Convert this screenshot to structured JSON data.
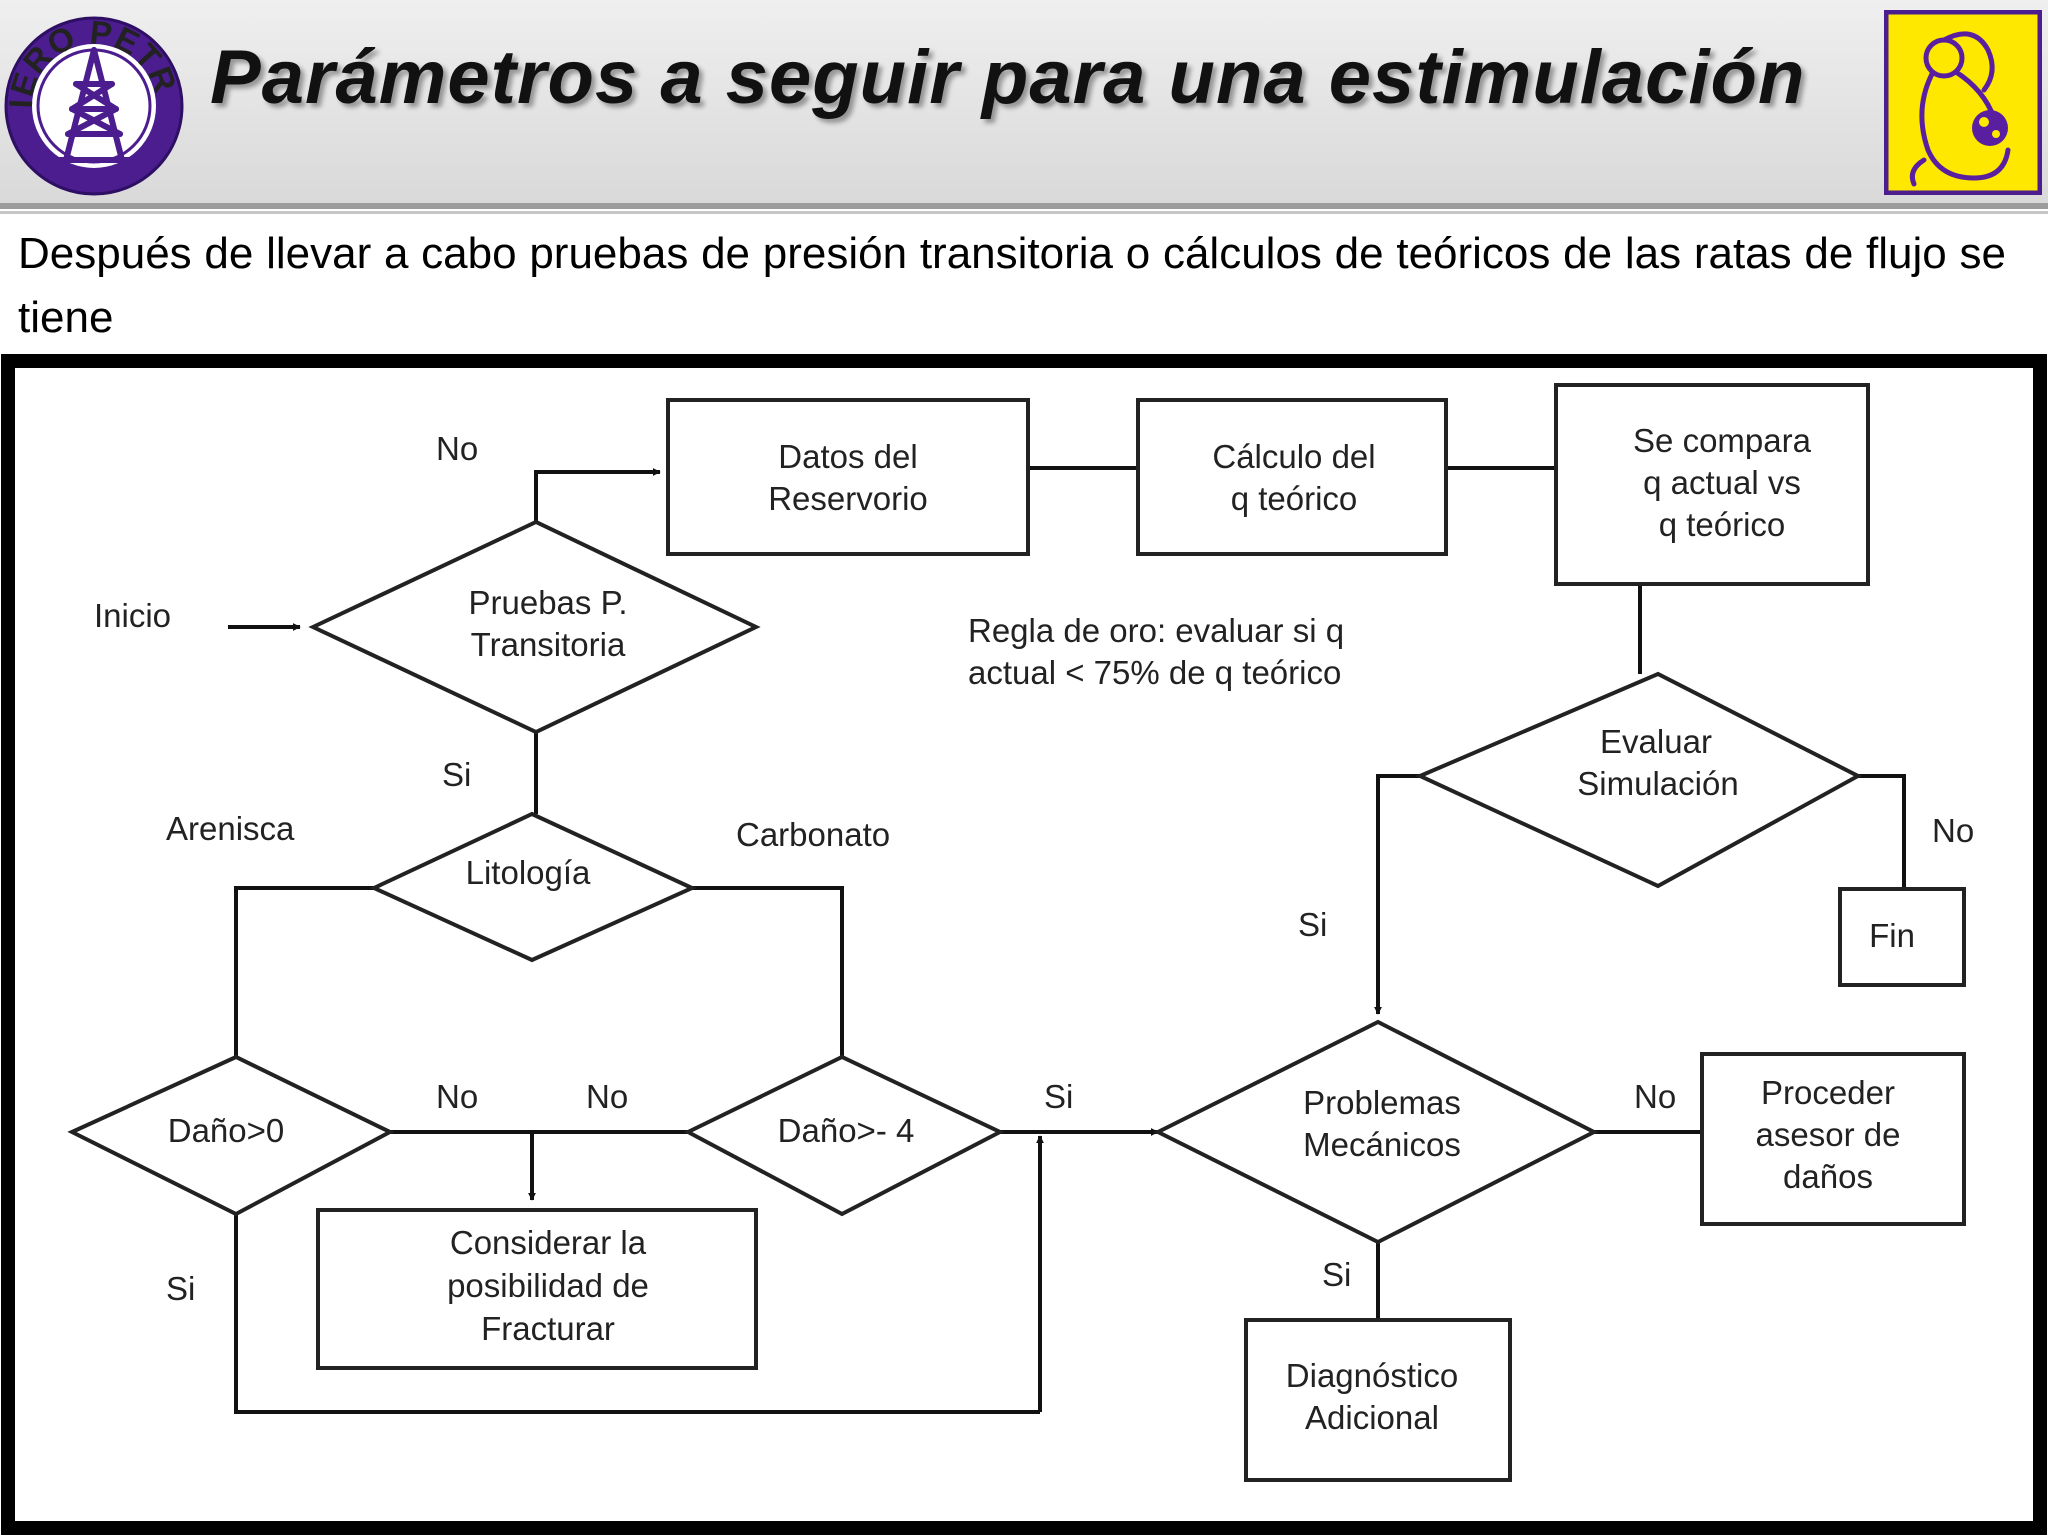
{
  "header": {
    "title": "Parámetros a seguir para una estimulación",
    "logo_left_text": "INGENIERO PETROLERO"
  },
  "intro": {
    "text": "Después de llevar a cabo pruebas de presión transitoria o cálculos de teóricos de las ratas de flujo se tiene"
  },
  "flowchart": {
    "nodes": {
      "datos_reservorio": [
        "Datos del",
        "Reservorio"
      ],
      "calculo_q": [
        "Cálculo del",
        "q teórico"
      ],
      "compara": [
        "Se compara",
        "q actual vs",
        "q teórico"
      ],
      "pruebas": [
        "Pruebas P.",
        "Transitoria"
      ],
      "litologia": [
        "Litología"
      ],
      "evaluar": [
        "Evaluar",
        "Simulación"
      ],
      "fin": [
        "Fin"
      ],
      "dano0": [
        "Daño>0"
      ],
      "dano4": [
        "Daño>- 4"
      ],
      "problemas": [
        "Problemas",
        "Mecánicos"
      ],
      "proceder": [
        "Proceder",
        "asesor de",
        "daños"
      ],
      "considerar": [
        "Considerar la",
        "posibilidad de",
        "Fracturar"
      ],
      "diagnostico": [
        "Diagnóstico",
        "Adicional"
      ]
    },
    "labels": {
      "inicio": "Inicio",
      "no_pruebas": "No",
      "si_pruebas": "Si",
      "arenisca": "Arenisca",
      "carbonato": "Carbonato",
      "no_dano0": "No",
      "no_dano4": "No",
      "si_dano4": "Si",
      "si_dano0": "Si",
      "no_evaluar": "No",
      "si_evaluar": "Si",
      "no_problemas": "No",
      "si_problemas": "Si"
    },
    "note": [
      "Regla de oro: evaluar si q",
      "actual < 75% de q teórico"
    ]
  }
}
